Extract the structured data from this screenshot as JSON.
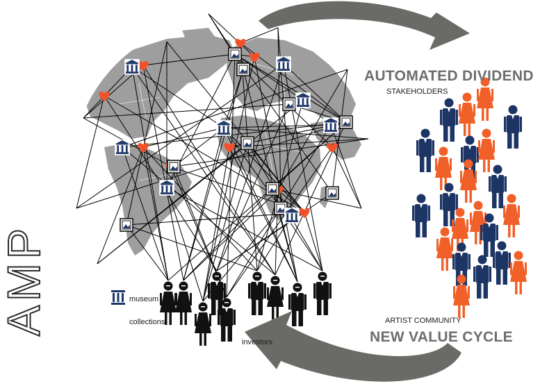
{
  "logo": {
    "text": "AMP"
  },
  "legend": {
    "museum": "museum",
    "collections": "collections",
    "investors": "investors"
  },
  "stakeholders": {
    "title": "AUTOMATED DIVIDEND",
    "label": "STAKEHOLDERS"
  },
  "community": {
    "label": "ARTIST COMMUNITY",
    "title": "NEW VALUE CYCLE"
  },
  "colors": {
    "globe_land": "#9e9e9e",
    "network_line": "#000000",
    "museum_blue": "#1c3566",
    "heart_orange": "#f2522a",
    "stakeholder_orange": "#f2602a",
    "stakeholder_blue": "#1d3565",
    "arrow_gray": "#6a6a66"
  },
  "icons": [
    "museum-icon",
    "collection-icon",
    "heart-icon",
    "investor-figure",
    "stakeholder-figure",
    "cycle-arrow"
  ]
}
